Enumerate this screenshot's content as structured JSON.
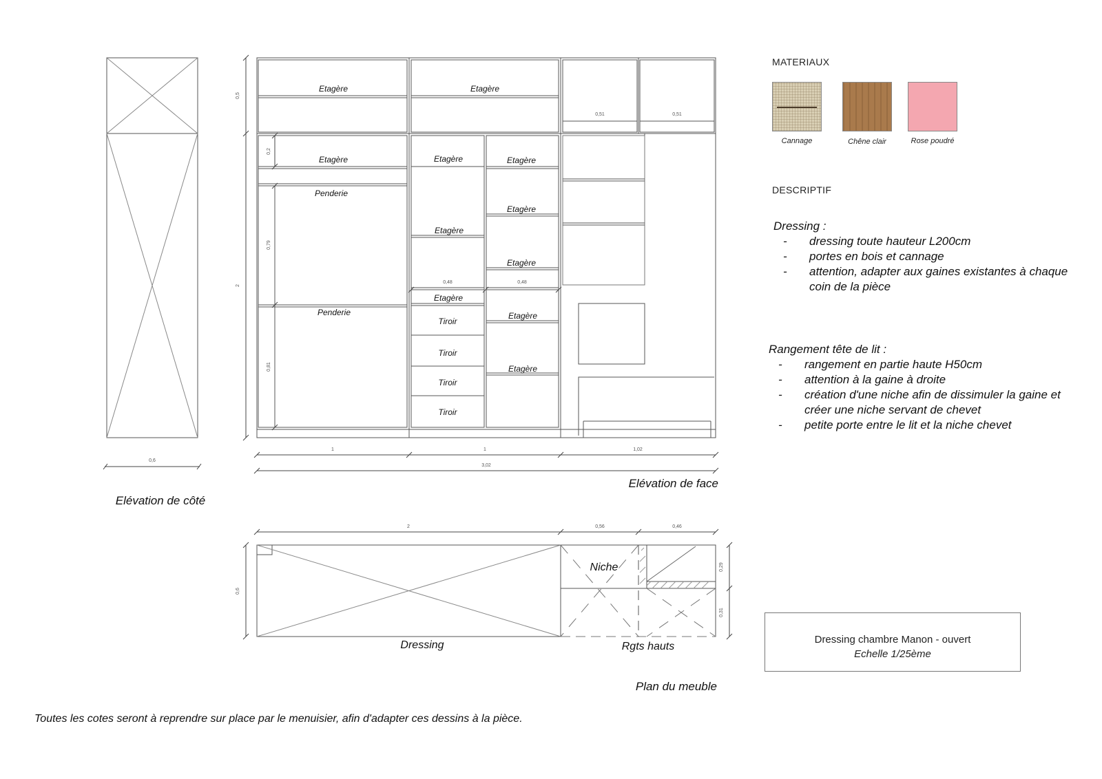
{
  "side_elevation": {
    "caption": "Elévation de côté",
    "dim_width": "0,6"
  },
  "front_elevation": {
    "caption": "Elévation de face",
    "dims": {
      "top_height": "0,5",
      "total_height": "2",
      "shelf_gap": "0,2",
      "hang_upper": "0,79",
      "hang_lower": "0,81",
      "col1_width": "1",
      "col2_width": "1",
      "col3_width": "1,02",
      "total_width": "3,02",
      "box_a": "0,51",
      "box_b": "0,51",
      "sub_a": "0,48",
      "sub_b": "0,48"
    },
    "labels": {
      "shelf": "Etagère",
      "hanging": "Penderie",
      "drawer": "Tiroir"
    }
  },
  "plan": {
    "caption": "Plan du meuble",
    "dressing": "Dressing",
    "niche": "Niche",
    "rgts": "Rgts hauts",
    "dims": {
      "w_dressing": "2",
      "w_niche": "0,56",
      "w_rgts": "0,46",
      "depth": "0,6",
      "d_top": "0,29",
      "d_bottom": "0,31"
    }
  },
  "materials": {
    "heading": "MATERIAUX",
    "items": [
      {
        "label": "Cannage",
        "color": "#d9cfb4"
      },
      {
        "label": "Chêne clair",
        "color": "#a97a4c"
      },
      {
        "label": "Rose poudré",
        "color": "#f4a7b0"
      }
    ]
  },
  "description": {
    "heading": "DESCRIPTIF",
    "dressing_title": "Dressing :",
    "dressing_items": [
      "dressing toute hauteur L200cm",
      "portes en bois et cannage",
      "attention, adapter aux gaines existantes à chaque coin de la pièce"
    ],
    "bedhead_title": "Rangement tête de lit :",
    "bedhead_items": [
      "rangement en partie haute H50cm",
      "attention à la gaine à droite",
      "création d'une niche afin de dissimuler la gaine et créer une niche servant de chevet",
      "petite porte entre le lit et la niche chevet"
    ],
    "dash": "-"
  },
  "title_block": {
    "line1": "Dressing chambre Manon - ouvert",
    "line2": "Echelle 1/25ème"
  },
  "footnote": "Toutes les cotes seront à reprendre sur place par le menuisier, afin d'adapter ces dessins à la pièce."
}
